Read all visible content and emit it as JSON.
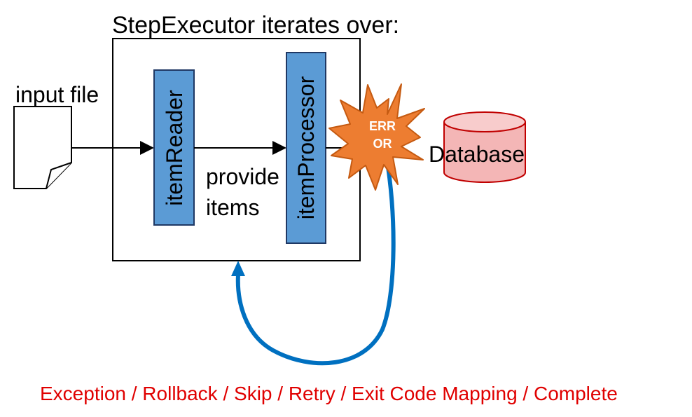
{
  "diagram": {
    "title": "StepExecutor iterates over:",
    "input_label": "input file",
    "reader_label": "itemReader",
    "processor_label": "itemProcessor",
    "provide_line1": "provide",
    "provide_line2": "items",
    "error_line1": "ERR",
    "error_line2": "OR",
    "database_label": "Database",
    "footer": "Exception / Rollback / Skip / Retry / Exit Code Mapping / Complete"
  },
  "colors": {
    "box_fill": "#5b9bd5",
    "box_stroke": "#1f3864",
    "burst_fill": "#ed7d31",
    "burst_stroke": "#c55a11",
    "db_fill": "#f4b6b6",
    "db_top": "#f8cccc",
    "db_stroke": "#c00000",
    "loop_arrow": "#0070c0",
    "footer_text": "#e00000"
  }
}
